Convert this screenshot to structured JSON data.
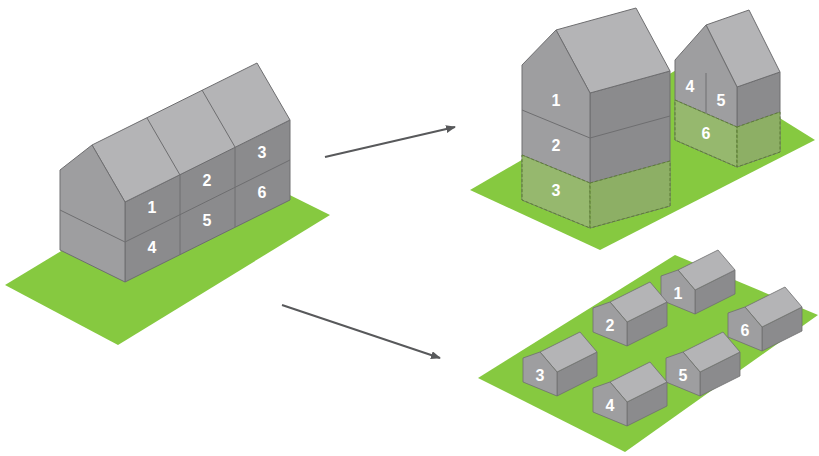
{
  "diagram": {
    "labels": [
      "1",
      "2",
      "3",
      "4",
      "5",
      "6",
      "1",
      "2",
      "3",
      "4",
      "5",
      "6",
      "1",
      "2",
      "3",
      "4",
      "5",
      "6"
    ]
  }
}
